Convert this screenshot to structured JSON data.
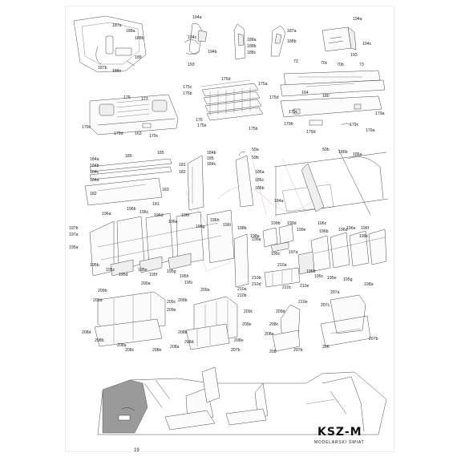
{
  "page": {
    "number": "19"
  },
  "brand": {
    "name": "KSZ-M",
    "tagline": "MODELARSKI ŚWIAT"
  },
  "groups": {
    "dashboard_parts": [
      "187a",
      "188a",
      "188b",
      "187b",
      "188c",
      "189"
    ],
    "mirror_parts": [
      "194a",
      "194c",
      "194b",
      "193"
    ],
    "pillar_parts_left": [
      "188a",
      "188b",
      "188c"
    ],
    "pillar_parts_right": [
      "187a",
      "188b"
    ],
    "box_parts": [
      "194a",
      "194c",
      "193"
    ],
    "bumper_rear": [
      "72",
      "70c",
      "70b",
      "73",
      "164",
      "180"
    ],
    "grille_front": [
      "176",
      "177",
      "179c",
      "179d",
      "163",
      "179c"
    ],
    "grille_stack": [
      "175d",
      "175a",
      "175c",
      "175b",
      "175d",
      "176",
      "175e",
      "175b"
    ],
    "bumper_small": [
      "179c",
      "179a",
      "179d",
      "179b",
      "179c",
      "179a"
    ],
    "side_strips": [
      "184a",
      "184b",
      "184c",
      "184d",
      "185",
      "185",
      "182",
      "183",
      "181"
    ],
    "pillar_b": [
      "184b",
      "185",
      "184c",
      "181",
      "182"
    ],
    "pillar_c": [
      "59a",
      "59b",
      "186a",
      "186c",
      "186b"
    ],
    "interior_pillar": [
      "59b",
      "186b",
      "186a",
      "184a"
    ],
    "front_seat_rear_view": [
      "196a",
      "196b",
      "196c",
      "196d",
      "196f",
      "196e",
      "196h",
      "196g",
      "196i",
      "197b",
      "197a",
      "195a",
      "195b",
      "195c",
      "195d",
      "195e",
      "195f",
      "195g",
      "195h",
      "195i",
      "198b",
      "198a"
    ],
    "front_seat_small": [
      "199b",
      "199d",
      "199e",
      "199a",
      "199c"
    ],
    "rear_seat_left": [
      "196c",
      "196d",
      "196b",
      "196e",
      "196f",
      "199c",
      "197a",
      "195b",
      "195c",
      "195e",
      "195g",
      "198a"
    ],
    "seat_back": [
      "210a",
      "210b",
      "210d",
      "210c",
      "210e"
    ],
    "bench_a": [
      "209a",
      "209b",
      "209d",
      "209c",
      "209e",
      "208d",
      "208b",
      "208a",
      "208c",
      "208e"
    ],
    "bench_b": [
      "209a",
      "210a",
      "210b",
      "209b",
      "209c",
      "209e",
      "208a",
      "208b",
      "208d",
      "207b",
      "208e"
    ],
    "seat_small": [
      "210e",
      "209d",
      "208c",
      "208e",
      "207b",
      "208"
    ],
    "seat_frame": [
      "207a",
      "207c",
      "207b",
      "206"
    ]
  }
}
